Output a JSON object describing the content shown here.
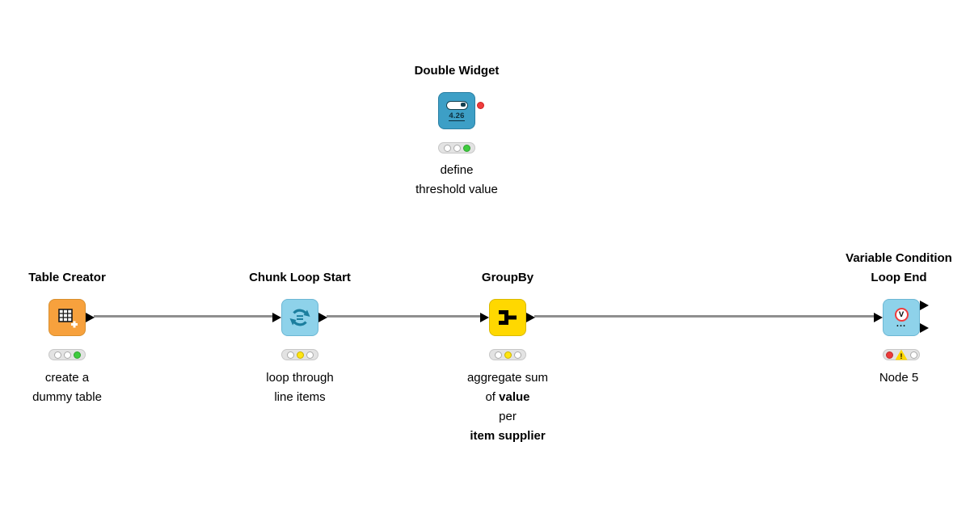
{
  "colors": {
    "node_orange": "#F7A13D",
    "node_blue": "#8ED2EA",
    "node_yellow": "#FFD800",
    "node_teal": "#3D9FC6",
    "status_green": "#3ECC3E",
    "status_yellow": "#FFE512",
    "status_red": "#ED3A3A",
    "warn_yellow": "#FFD800",
    "flowvar_red": "#F03C3C",
    "wire_gray": "#8F8F8F",
    "port_black": "#000000"
  },
  "nodes": {
    "table_creator": {
      "title": "Table Creator",
      "caption_line1": "create a",
      "caption_line2": "dummy table",
      "icon": "table-grid-plus-icon",
      "lights": [
        "off",
        "off",
        "green"
      ]
    },
    "chunk_loop_start": {
      "title": "Chunk Loop Start",
      "caption_line1": "loop through",
      "caption_line2": "line items",
      "icon": "loop-arrows-icon",
      "lights": [
        "off",
        "yellow",
        "off"
      ]
    },
    "groupby": {
      "title": "GroupBy",
      "caption_line1": "aggregate sum",
      "caption_line2_prefix": "of ",
      "caption_line2_bold": "value",
      "caption_line3": "per",
      "caption_line4_bold": "item supplier",
      "icon": "groupby-merge-icon",
      "lights": [
        "off",
        "yellow",
        "off"
      ]
    },
    "double_widget": {
      "title": "Double Widget",
      "display_value": "4.26",
      "caption_line1": "define",
      "caption_line2": "threshold value",
      "icon": "numeric-input-widget-icon",
      "lights": [
        "off",
        "off",
        "green"
      ]
    },
    "loop_end": {
      "title_line1": "Variable Condition",
      "title_line2": "Loop End",
      "caption_line1": "Node 5",
      "icon": "variable-loop-end-icon",
      "icon_letter": "V",
      "icon_dots": "...",
      "warning_mark": "!",
      "lights": [
        "red",
        "off"
      ]
    }
  }
}
